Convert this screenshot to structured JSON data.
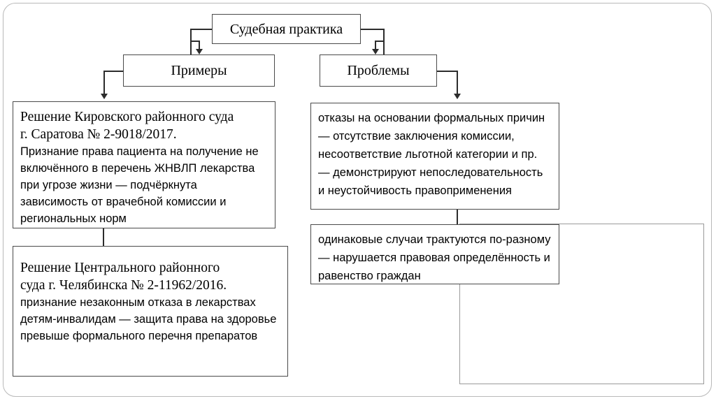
{
  "diagram": {
    "title_node": {
      "label": "Судебная практика"
    },
    "branches": {
      "examples": {
        "label": "Примеры"
      },
      "problems": {
        "label": "Проблемы"
      }
    },
    "example_cards": [
      {
        "heading_line_1": "Решение Кировского районного суда",
        "heading_line_2": "г. Саратова № 2-9018/2017.",
        "body": "Признание права пациента на получение не включённого в перечень ЖНВЛП лекарства при угрозе жизни — подчёркнута зависимость от врачебной комиссии и региональных норм"
      },
      {
        "heading_line_1": "Решение Центрального районного",
        "heading_line_2": "суда г. Челябинска № 2-11962/2016.",
        "body": "признание незаконным отказа в лекарствах детям-инвалидам — защита права на здоровье превыше формального перечня препаратов"
      }
    ],
    "problem_cards": [
      {
        "body": "отказы на основании формальных причин — отсутствие заключения комиссии, несоответствие льготной категории и пр. — демонстрируют непоследовательность и неустойчивость правоприменения"
      },
      {
        "body": "одинаковые случаи трактуются по-разному — нарушается правовая определённость и равенство граждан"
      }
    ],
    "placeholder_box": {
      "label": ""
    },
    "colors": {
      "box_stroke": "#4a4a4a",
      "ghost_stroke": "#9a9a9a",
      "connector": "#2c2c2c",
      "page_frame": "#b9b9b9",
      "background": "#ffffff",
      "text": "#000000"
    }
  }
}
